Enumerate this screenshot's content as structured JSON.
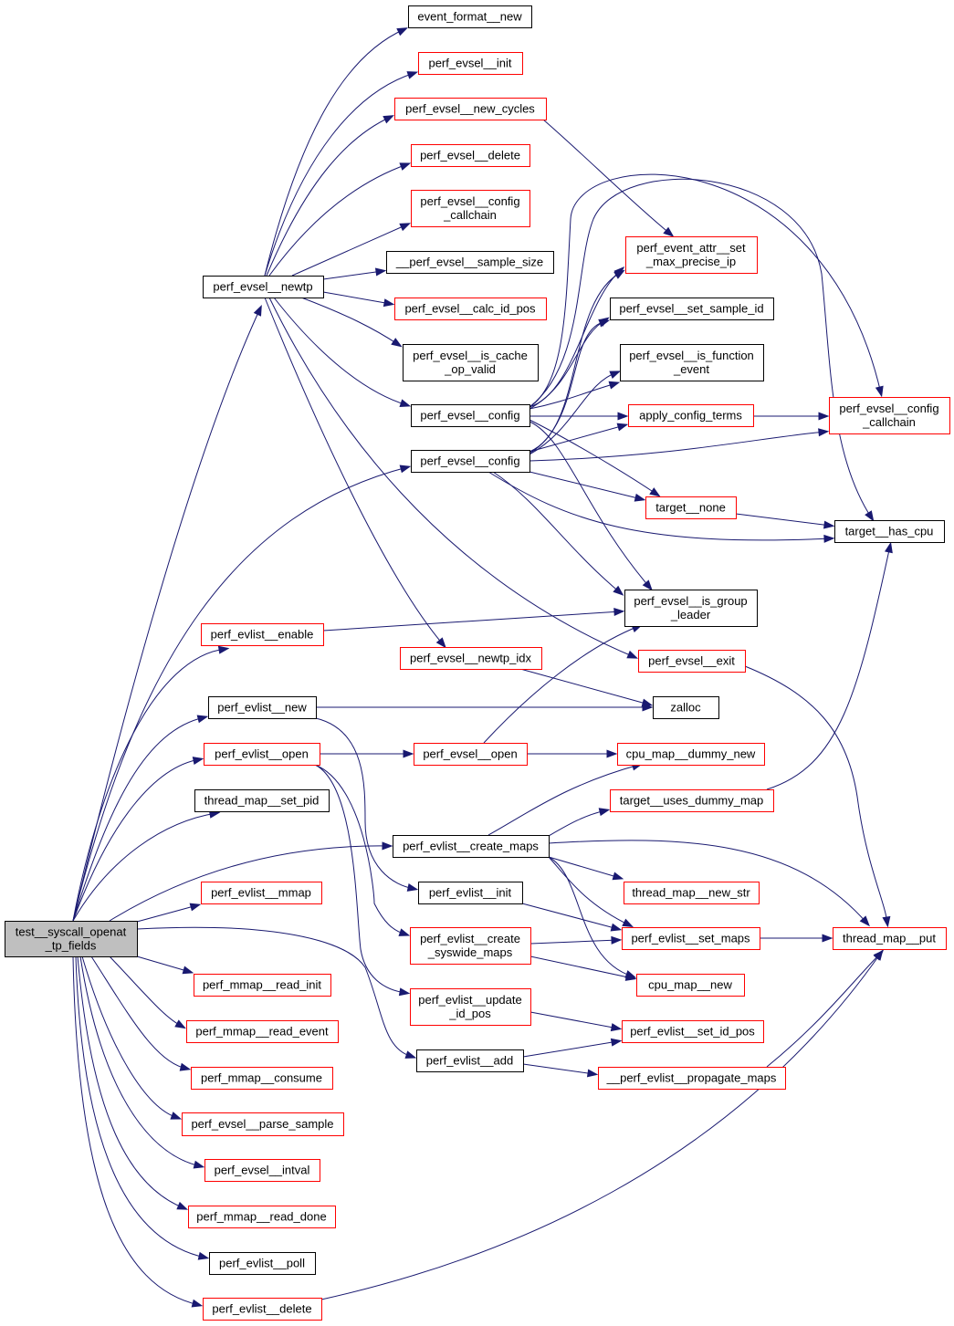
{
  "graph": {
    "root": "test",
    "colors": {
      "edge": "#191970",
      "root_fill": "#bfbfbf",
      "root_border": "#000000",
      "normal_border": "#000000",
      "truncated_border": "#ff0000",
      "node_fill": "#ffffff"
    },
    "nodes": [
      {
        "id": "test",
        "lines": [
          "test__syscall_openat",
          "_tp_fields"
        ],
        "style": "root"
      },
      {
        "id": "newtp",
        "lines": [
          "perf_evsel__newtp"
        ],
        "style": "normal"
      },
      {
        "id": "event_format_new",
        "lines": [
          "event_format__new"
        ],
        "style": "normal"
      },
      {
        "id": "evsel_init",
        "lines": [
          "perf_evsel__init"
        ],
        "style": "truncated"
      },
      {
        "id": "new_cycles",
        "lines": [
          "perf_evsel__new_cycles"
        ],
        "style": "truncated"
      },
      {
        "id": "evsel_delete",
        "lines": [
          "perf_evsel__delete"
        ],
        "style": "truncated"
      },
      {
        "id": "config_callchain_1",
        "lines": [
          "perf_evsel__config",
          "_callchain"
        ],
        "style": "truncated"
      },
      {
        "id": "sample_size",
        "lines": [
          "__perf_evsel__sample_size"
        ],
        "style": "normal"
      },
      {
        "id": "calc_id_pos",
        "lines": [
          "perf_evsel__calc_id_pos"
        ],
        "style": "truncated"
      },
      {
        "id": "is_cache_op_valid",
        "lines": [
          "perf_evsel__is_cache",
          "_op_valid"
        ],
        "style": "normal"
      },
      {
        "id": "config_1",
        "lines": [
          "perf_evsel__config"
        ],
        "style": "normal"
      },
      {
        "id": "config_2",
        "lines": [
          "perf_evsel__config"
        ],
        "style": "normal"
      },
      {
        "id": "evlist_enable",
        "lines": [
          "perf_evlist__enable"
        ],
        "style": "truncated"
      },
      {
        "id": "newtp_idx",
        "lines": [
          "perf_evsel__newtp_idx"
        ],
        "style": "truncated"
      },
      {
        "id": "evlist_new",
        "lines": [
          "perf_evlist__new"
        ],
        "style": "normal"
      },
      {
        "id": "evlist_open",
        "lines": [
          "perf_evlist__open"
        ],
        "style": "truncated"
      },
      {
        "id": "evsel_open",
        "lines": [
          "perf_evsel__open"
        ],
        "style": "truncated"
      },
      {
        "id": "thread_map_set_pid",
        "lines": [
          "thread_map__set_pid"
        ],
        "style": "normal"
      },
      {
        "id": "create_maps",
        "lines": [
          "perf_evlist__create_maps"
        ],
        "style": "normal"
      },
      {
        "id": "evlist_mmap",
        "lines": [
          "perf_evlist__mmap"
        ],
        "style": "truncated"
      },
      {
        "id": "evlist_init",
        "lines": [
          "perf_evlist__init"
        ],
        "style": "normal"
      },
      {
        "id": "create_syswide_maps",
        "lines": [
          "perf_evlist__create",
          "_syswide_maps"
        ],
        "style": "truncated"
      },
      {
        "id": "mmap_read_init",
        "lines": [
          "perf_mmap__read_init"
        ],
        "style": "truncated"
      },
      {
        "id": "update_id_pos",
        "lines": [
          "perf_evlist__update",
          "_id_pos"
        ],
        "style": "truncated"
      },
      {
        "id": "mmap_read_event",
        "lines": [
          "perf_mmap__read_event"
        ],
        "style": "truncated"
      },
      {
        "id": "evlist_add",
        "lines": [
          "perf_evlist__add"
        ],
        "style": "normal"
      },
      {
        "id": "mmap_consume",
        "lines": [
          "perf_mmap__consume"
        ],
        "style": "truncated"
      },
      {
        "id": "parse_sample",
        "lines": [
          "perf_evsel__parse_sample"
        ],
        "style": "truncated"
      },
      {
        "id": "intval",
        "lines": [
          "perf_evsel__intval"
        ],
        "style": "truncated"
      },
      {
        "id": "mmap_read_done",
        "lines": [
          "perf_mmap__read_done"
        ],
        "style": "truncated"
      },
      {
        "id": "evlist_poll",
        "lines": [
          "perf_evlist__poll"
        ],
        "style": "normal"
      },
      {
        "id": "evlist_delete",
        "lines": [
          "perf_evlist__delete"
        ],
        "style": "truncated"
      },
      {
        "id": "set_max_precise_ip",
        "lines": [
          "perf_event_attr__set",
          "_max_precise_ip"
        ],
        "style": "truncated"
      },
      {
        "id": "set_sample_id",
        "lines": [
          "perf_evsel__set_sample_id"
        ],
        "style": "normal"
      },
      {
        "id": "is_function_event",
        "lines": [
          "perf_evsel__is_function",
          "_event"
        ],
        "style": "normal"
      },
      {
        "id": "apply_config_terms",
        "lines": [
          "apply_config_terms"
        ],
        "style": "truncated"
      },
      {
        "id": "target_none",
        "lines": [
          "target__none"
        ],
        "style": "truncated"
      },
      {
        "id": "is_group_leader",
        "lines": [
          "perf_evsel__is_group",
          "_leader"
        ],
        "style": "normal"
      },
      {
        "id": "evsel_exit",
        "lines": [
          "perf_evsel__exit"
        ],
        "style": "truncated"
      },
      {
        "id": "zalloc",
        "lines": [
          "zalloc"
        ],
        "style": "normal"
      },
      {
        "id": "cpu_map_dummy_new",
        "lines": [
          "cpu_map__dummy_new"
        ],
        "style": "truncated"
      },
      {
        "id": "uses_dummy_map",
        "lines": [
          "target__uses_dummy_map"
        ],
        "style": "truncated"
      },
      {
        "id": "thread_map_new_str",
        "lines": [
          "thread_map__new_str"
        ],
        "style": "truncated"
      },
      {
        "id": "set_maps",
        "lines": [
          "perf_evlist__set_maps"
        ],
        "style": "truncated"
      },
      {
        "id": "cpu_map_new",
        "lines": [
          "cpu_map__new"
        ],
        "style": "truncated"
      },
      {
        "id": "set_id_pos",
        "lines": [
          "perf_evlist__set_id_pos"
        ],
        "style": "truncated"
      },
      {
        "id": "propagate_maps",
        "lines": [
          "__perf_evlist__propagate_maps"
        ],
        "style": "truncated"
      },
      {
        "id": "config_callchain_2",
        "lines": [
          "perf_evsel__config",
          "_callchain"
        ],
        "style": "truncated"
      },
      {
        "id": "target_has_cpu",
        "lines": [
          "target__has_cpu"
        ],
        "style": "normal"
      },
      {
        "id": "thread_map_put",
        "lines": [
          "thread_map__put"
        ],
        "style": "truncated"
      }
    ],
    "edges": [
      [
        "test",
        "newtp"
      ],
      [
        "test",
        "config_2"
      ],
      [
        "test",
        "evlist_enable"
      ],
      [
        "test",
        "evlist_new"
      ],
      [
        "test",
        "evlist_open"
      ],
      [
        "test",
        "thread_map_set_pid"
      ],
      [
        "test",
        "create_maps"
      ],
      [
        "test",
        "evlist_mmap"
      ],
      [
        "test",
        "evlist_add"
      ],
      [
        "test",
        "mmap_read_init"
      ],
      [
        "test",
        "mmap_read_event"
      ],
      [
        "test",
        "mmap_consume"
      ],
      [
        "test",
        "parse_sample"
      ],
      [
        "test",
        "intval"
      ],
      [
        "test",
        "mmap_read_done"
      ],
      [
        "test",
        "evlist_poll"
      ],
      [
        "test",
        "evlist_delete"
      ],
      [
        "newtp",
        "event_format_new"
      ],
      [
        "newtp",
        "evsel_init"
      ],
      [
        "newtp",
        "new_cycles"
      ],
      [
        "newtp",
        "evsel_delete"
      ],
      [
        "newtp",
        "config_callchain_1"
      ],
      [
        "newtp",
        "sample_size"
      ],
      [
        "newtp",
        "calc_id_pos"
      ],
      [
        "newtp",
        "is_cache_op_valid"
      ],
      [
        "newtp",
        "config_1"
      ],
      [
        "newtp",
        "newtp_idx"
      ],
      [
        "newtp",
        "evsel_exit"
      ],
      [
        "new_cycles",
        "set_max_precise_ip"
      ],
      [
        "config_1",
        "set_max_precise_ip"
      ],
      [
        "config_1",
        "set_sample_id"
      ],
      [
        "config_1",
        "is_function_event"
      ],
      [
        "config_1",
        "apply_config_terms"
      ],
      [
        "config_1",
        "target_none"
      ],
      [
        "config_1",
        "is_group_leader"
      ],
      [
        "config_1",
        "config_callchain_2"
      ],
      [
        "config_1",
        "target_has_cpu"
      ],
      [
        "config_2",
        "set_max_precise_ip"
      ],
      [
        "config_2",
        "set_sample_id"
      ],
      [
        "config_2",
        "is_function_event"
      ],
      [
        "config_2",
        "apply_config_terms"
      ],
      [
        "config_2",
        "target_none"
      ],
      [
        "config_2",
        "is_group_leader"
      ],
      [
        "config_2",
        "config_callchain_2"
      ],
      [
        "config_2",
        "target_has_cpu"
      ],
      [
        "apply_config_terms",
        "config_callchain_2"
      ],
      [
        "target_none",
        "target_has_cpu"
      ],
      [
        "evlist_enable",
        "is_group_leader"
      ],
      [
        "newtp_idx",
        "zalloc"
      ],
      [
        "evlist_new",
        "zalloc"
      ],
      [
        "evlist_new",
        "evlist_init"
      ],
      [
        "evlist_open",
        "evsel_open"
      ],
      [
        "evlist_open",
        "create_syswide_maps"
      ],
      [
        "evlist_open",
        "update_id_pos"
      ],
      [
        "evsel_open",
        "is_group_leader"
      ],
      [
        "evsel_open",
        "cpu_map_dummy_new"
      ],
      [
        "uses_dummy_map",
        "target_has_cpu"
      ],
      [
        "create_maps",
        "cpu_map_dummy_new"
      ],
      [
        "create_maps",
        "uses_dummy_map"
      ],
      [
        "create_maps",
        "thread_map_new_str"
      ],
      [
        "create_maps",
        "set_maps"
      ],
      [
        "create_maps",
        "cpu_map_new"
      ],
      [
        "create_maps",
        "thread_map_put"
      ],
      [
        "evlist_init",
        "set_maps"
      ],
      [
        "create_syswide_maps",
        "set_maps"
      ],
      [
        "create_syswide_maps",
        "cpu_map_new"
      ],
      [
        "update_id_pos",
        "set_id_pos"
      ],
      [
        "evlist_add",
        "set_id_pos"
      ],
      [
        "evlist_add",
        "propagate_maps"
      ],
      [
        "set_maps",
        "thread_map_put"
      ],
      [
        "propagate_maps",
        "thread_map_put"
      ],
      [
        "evsel_exit",
        "thread_map_put"
      ],
      [
        "evlist_delete",
        "thread_map_put"
      ]
    ]
  }
}
